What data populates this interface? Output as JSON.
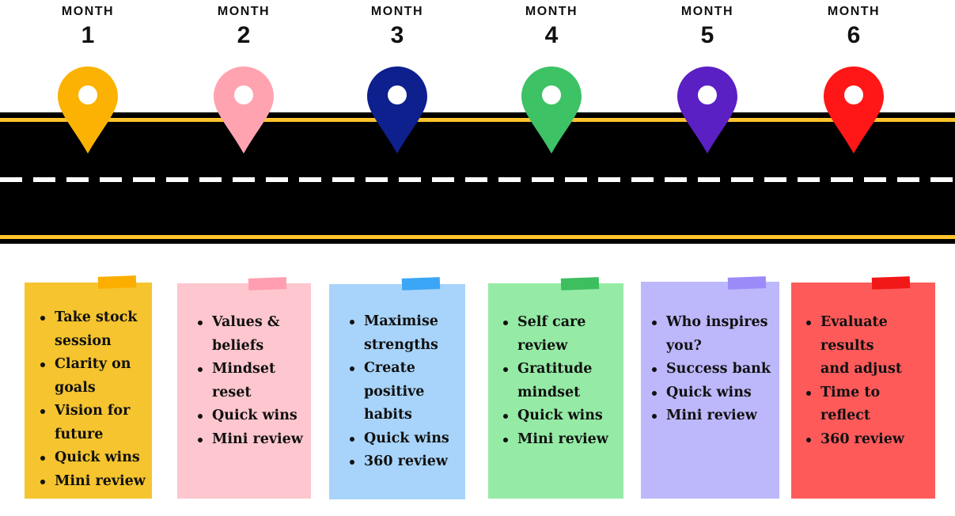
{
  "months": [
    {
      "label": "MONTH",
      "number": "1",
      "pin_color": "#FBB202",
      "note_color": "#F5C42E",
      "tape_color": "#FBAE00",
      "items": [
        [
          "Take stock",
          "session"
        ],
        [
          "Clarity on",
          "goals"
        ],
        [
          "Vision for",
          "future"
        ],
        [
          "Quick wins"
        ],
        [
          "Mini review"
        ]
      ]
    },
    {
      "label": "MONTH",
      "number": "2",
      "pin_color": "#FFA3B1",
      "note_color": "#FEC6CE",
      "tape_color": "#FF9EB0",
      "items": [
        [
          "Values &",
          "beliefs"
        ],
        [
          "Mindset",
          "reset"
        ],
        [
          "Quick wins"
        ],
        [
          "Mini review"
        ]
      ]
    },
    {
      "label": "MONTH",
      "number": "3",
      "pin_color": "#0E1F8E",
      "note_color": "#A8D4FB",
      "tape_color": "#3BA6F5",
      "items": [
        [
          "Maximise",
          "strengths"
        ],
        [
          "Create",
          "positive",
          "habits"
        ],
        [
          "Quick wins"
        ],
        [
          "360 review"
        ]
      ]
    },
    {
      "label": "MONTH",
      "number": "4",
      "pin_color": "#3DC266",
      "note_color": "#95EBA5",
      "tape_color": "#3DBE5F",
      "items": [
        [
          "Self care",
          "review"
        ],
        [
          "Gratitude",
          "mindset"
        ],
        [
          "Quick wins"
        ],
        [
          "Mini review"
        ]
      ]
    },
    {
      "label": "MONTH",
      "number": "5",
      "pin_color": "#5A20C4",
      "note_color": "#BDB7FB",
      "tape_color": "#9B8BF9",
      "items": [
        [
          "Who inspires",
          "you?"
        ],
        [
          "Success bank"
        ],
        [
          "Quick wins"
        ],
        [
          "Mini review"
        ]
      ]
    },
    {
      "label": "MONTH",
      "number": "6",
      "pin_color": "#FF1616",
      "note_color": "#FF5A5A",
      "tape_color": "#F21818",
      "items": [
        [
          "Evaluate",
          "results",
          "and adjust"
        ],
        [
          "Time to",
          "reflect"
        ],
        [
          "360 review"
        ]
      ]
    }
  ],
  "road": {
    "surface_color": "#000000",
    "edge_line_color": "#FEC42D",
    "center_dash_color": "#FFFFFF"
  }
}
